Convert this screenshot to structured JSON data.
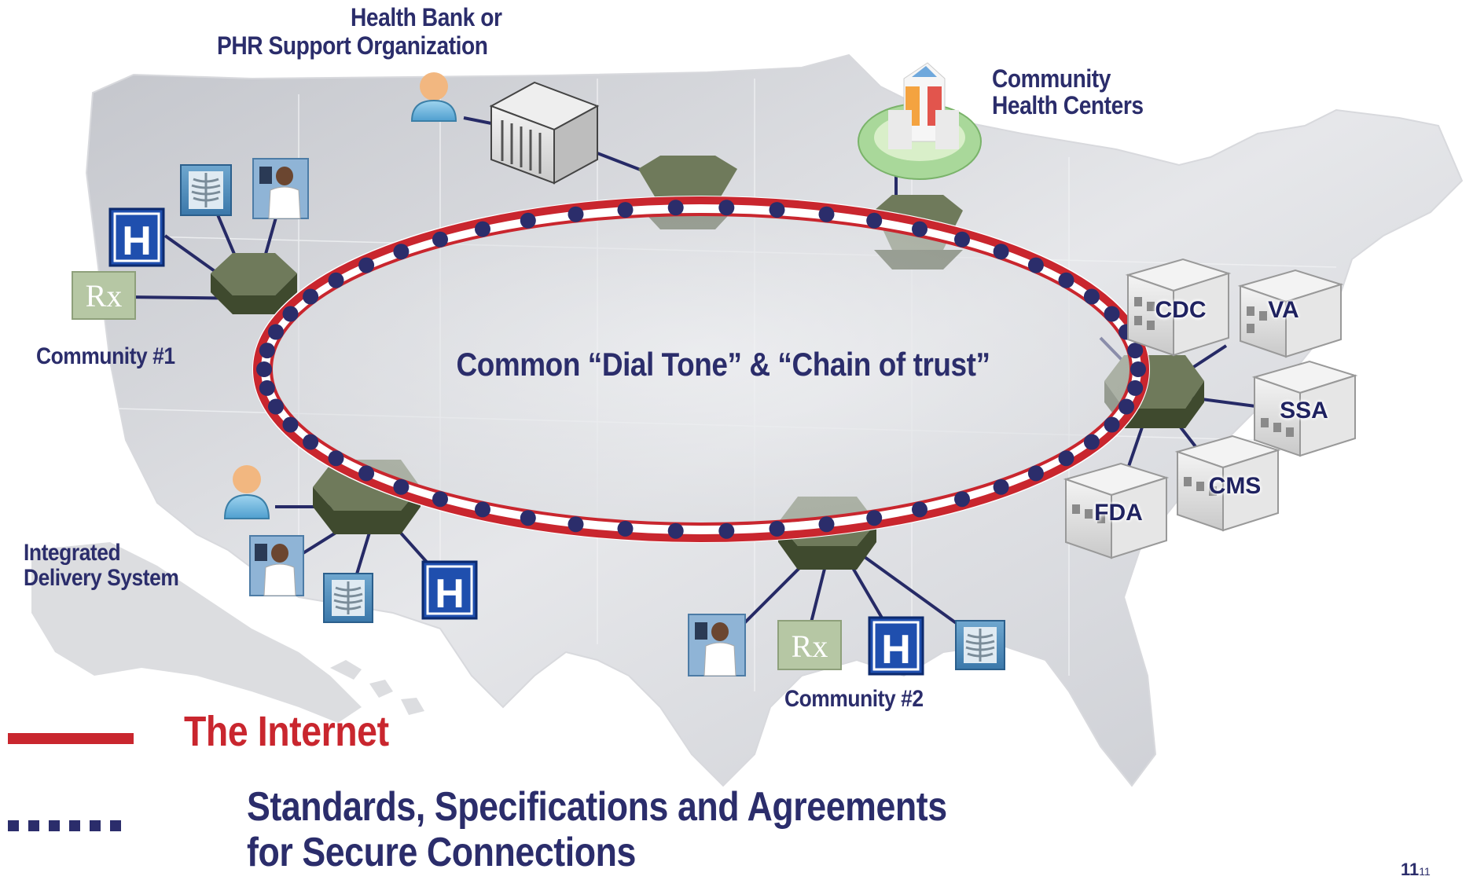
{
  "labels": {
    "health_bank_line1": "Health Bank or",
    "health_bank_line2": "PHR Support Organization",
    "community_health_line1": "Community",
    "community_health_line2": "Health Centers",
    "community1": "Community #1",
    "community2": "Community #2",
    "ids_line1": "Integrated",
    "ids_line2": "Delivery System",
    "center": "Common “Dial Tone” & “Chain of trust”"
  },
  "agencies": [
    "CDC",
    "VA",
    "SSA",
    "CMS",
    "FDA"
  ],
  "icons": {
    "hospital_letter": "H",
    "pharmacy_letter": "Rx"
  },
  "legend": {
    "internet": "The Internet",
    "standards_line1": "Standards, Specifications and Agreements",
    "standards_line2": "for Secure Connections"
  },
  "page_number": "11",
  "page_number_small": "11",
  "colors": {
    "internet_red": "#c9262e",
    "standards_navy": "#2b2d6b",
    "hub_green": "#6e7a5a",
    "map_gray": "#c8cad0"
  }
}
